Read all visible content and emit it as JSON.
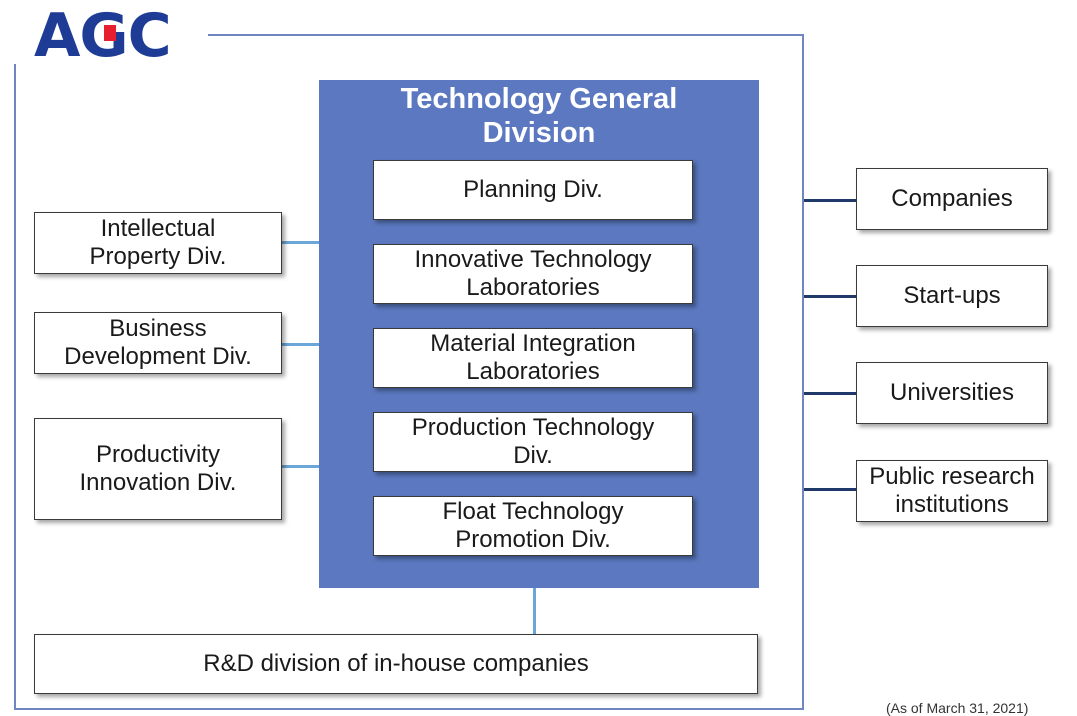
{
  "logo": {
    "text": "AGC"
  },
  "main_division": {
    "title_line1": "Technology General",
    "title_line2": "Division",
    "units": [
      {
        "line1": "Planning Div.",
        "line2": ""
      },
      {
        "line1": "Innovative Technology",
        "line2": "Laboratories"
      },
      {
        "line1": "Material Integration",
        "line2": "Laboratories"
      },
      {
        "line1": "Production Technology",
        "line2": "Div."
      },
      {
        "line1": "Float Technology",
        "line2": "Promotion Div."
      }
    ]
  },
  "left_units": [
    {
      "line1": "Intellectual",
      "line2": "Property Div."
    },
    {
      "line1": "Business",
      "line2": "Development Div."
    },
    {
      "line1": "Productivity",
      "line2": "Innovation Div."
    }
  ],
  "external_partners": [
    {
      "line1": "Companies",
      "line2": ""
    },
    {
      "line1": "Start-ups",
      "line2": ""
    },
    {
      "line1": "Universities",
      "line2": ""
    },
    {
      "line1": "Public research",
      "line2": "institutions"
    }
  ],
  "bottom_unit": {
    "label": "R&D division of in-house companies"
  },
  "footnote": "(As of March 31, 2021)",
  "colors": {
    "brand_blue": "#1e3c96",
    "brand_red": "#e61e2d",
    "panel_blue": "#5b78c0",
    "connector_light": "#6aa6d8",
    "connector_dark": "#1f3a6a"
  }
}
